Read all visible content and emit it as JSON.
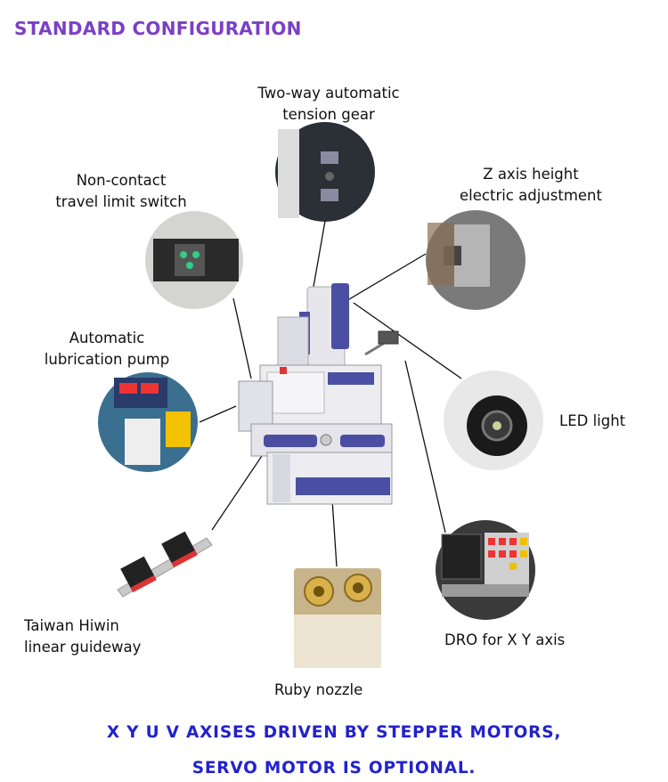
{
  "title": "STANDARD CONFIGURATION",
  "labels": {
    "tension_gear_line1": "Two-way automatic",
    "tension_gear_line2": "tension gear",
    "limit_switch_line1": "Non-contact",
    "limit_switch_line2": "travel limit switch",
    "z_axis_line1": "Z axis height",
    "z_axis_line2": "electric adjustment",
    "lubrication_line1": "Automatic",
    "lubrication_line2": "lubrication pump",
    "led_light": "LED light",
    "guideway_line1": "Taiwan Hiwin",
    "guideway_line2": "linear guideway",
    "dro": "DRO for X Y axis",
    "ruby_nozzle": "Ruby nozzle"
  },
  "footer": {
    "line1": "X Y U V AXISES DRIVEN BY STEPPER MOTORS,",
    "line2": "SERVO MOTOR IS OPTIONAL."
  },
  "colors": {
    "title": "#7b3fc4",
    "footer": "#2222cc",
    "machine_accent": "#4a4fa3",
    "machine_body": "#e9e9ee"
  }
}
